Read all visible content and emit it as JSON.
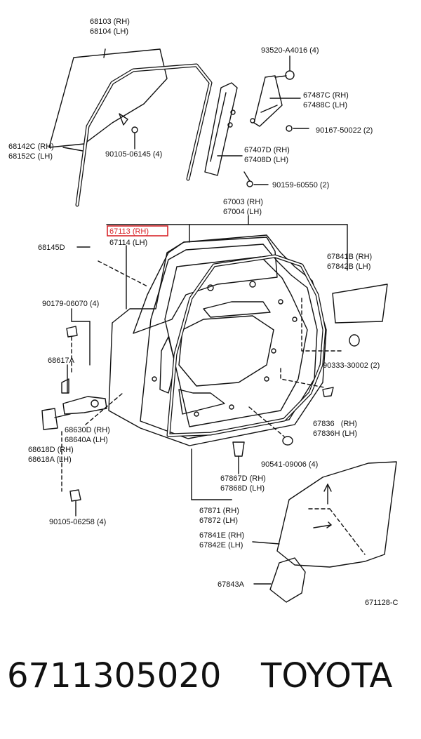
{
  "diagram": {
    "labels": {
      "window_glass": [
        "68103 (RH)",
        "68104 (LH)"
      ],
      "run_channel": [
        "68142C (RH)",
        "68152C (LH)"
      ],
      "bolt_06145": "90105-06145 (4)",
      "screw_a4016": "93520-A4016 (4)",
      "sash_487": [
        "67487C (RH)",
        "67488C (LH)"
      ],
      "bolt_50022": "90167-50022 (2)",
      "sash_407": [
        "67407D (RH)",
        "67408D (LH)"
      ],
      "bolt_60550": "90159-60550 (2)",
      "door_panel": [
        "67003 (RH)",
        "67004 (LH)"
      ],
      "frame_highlight": "67113 (RH)",
      "frame_lh": "67114 (LH)",
      "clip_145d": "68145D",
      "cover_841b": [
        "67841B (RH)",
        "67842B (LH)"
      ],
      "bolt_06070": "90179-06070 (4)",
      "plug_30002": "90333-30002 (2)",
      "hinge_pin": "68617A",
      "hinge_630": [
        "68630D (RH)",
        "68640A (LH)"
      ],
      "hinge_618": [
        "68618D (RH)",
        "68618A (LH)"
      ],
      "grommet_836": [
        "67836   (RH)",
        "67836H (LH)"
      ],
      "plug_09006": "90541-09006 (4)",
      "clip_867": [
        "67867D (RH)",
        "67868D (LH)"
      ],
      "weatherstrip": [
        "67871 (RH)",
        "67872 (LH)"
      ],
      "bolt_06258": "90105-06258 (4)",
      "seal_841e": [
        "67841E (RH)",
        "67842E (LH)"
      ],
      "plug_843a": "67843A",
      "diagram_code": "671128-C"
    }
  },
  "footer": {
    "part_number": "6711305020",
    "brand": "TOYOTA"
  },
  "colors": {
    "highlight": "#d9262b",
    "ink": "#111111"
  }
}
